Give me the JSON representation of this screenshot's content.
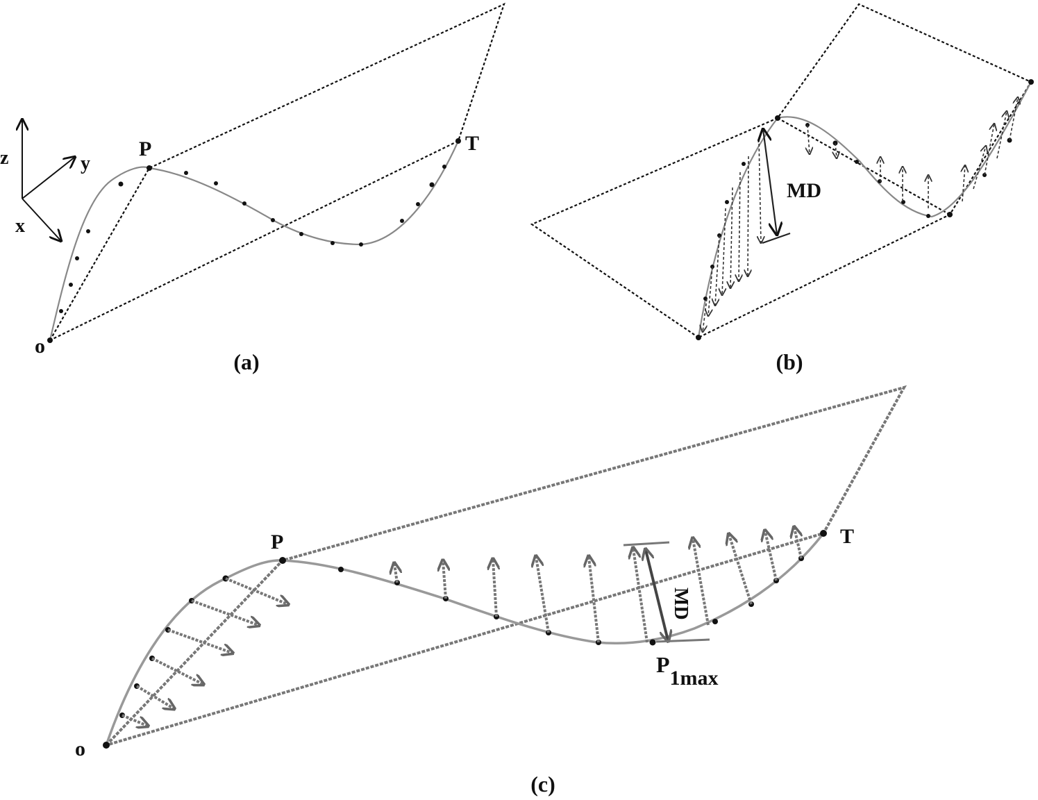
{
  "panel_a": {
    "caption": "(a)",
    "axis_z": "z",
    "axis_y": "y",
    "axis_x": "x",
    "point_o": "o",
    "point_p": "P",
    "point_t": "T"
  },
  "panel_b": {
    "caption": "(b)",
    "md_label": "MD"
  },
  "panel_c": {
    "caption": "(c)",
    "point_o": "o",
    "point_p": "P",
    "point_t": "T",
    "md_label": "MD",
    "pmax_main": "P",
    "pmax_sub": "1max"
  },
  "colors": {
    "ink": "#111111",
    "curve_grey": "#888888",
    "background": "#ffffff"
  }
}
